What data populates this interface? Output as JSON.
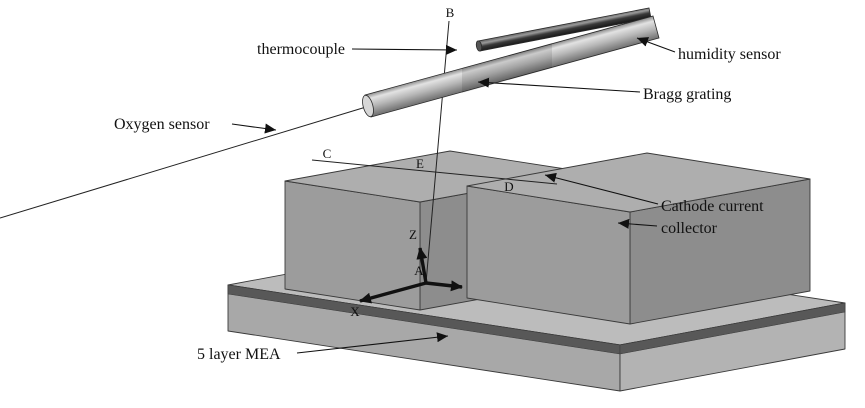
{
  "figure": {
    "type": "3d-schematic-fuel-cell-sensor-diagram",
    "annotations": {
      "thermocouple": "thermocouple",
      "humidity_sensor": "humidity sensor",
      "bragg_grating": "Bragg grating",
      "oxygen_sensor": "Oxygen sensor",
      "cathode_current_collector_line1": "Cathode current",
      "cathode_current_collector_line2": "collector",
      "five_layer_mea": "5 layer MEA"
    },
    "reference_points": {
      "b": "B",
      "c": "C",
      "e": "E",
      "d": "D",
      "a": "A"
    },
    "axes": {
      "x": "X",
      "z": "Z"
    },
    "colors": {
      "background": "#ffffff",
      "line": "#1a1a1a",
      "block_top": "#aeaeae",
      "block_end": "#9c9c9c",
      "block_side": "#8d8d8d",
      "slab_top": "#bcbcbc",
      "slab_front": "#a8a8a8",
      "slab_right": "#b3b3b3",
      "layer_band": "#585858",
      "fiber_cap": "#d6d6d6",
      "dark_rod_cap": "#555555"
    }
  }
}
